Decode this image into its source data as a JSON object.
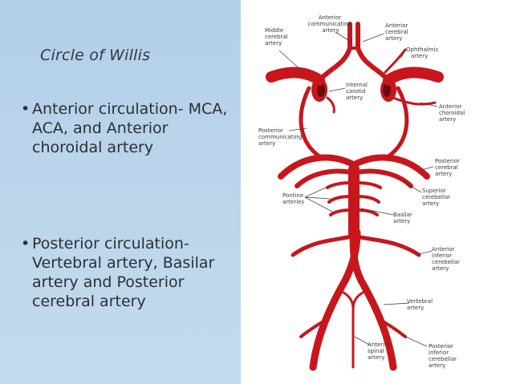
{
  "slide": {
    "title": "Circle of Willis",
    "bullets": [
      {
        "marker": "•",
        "text": "Anterior circulation- MCA, ACA, and Anterior choroidal artery"
      },
      {
        "marker": "•",
        "text": "Posterior circulation- Vertebral artery, Basilar artery and Posterior cerebral artery"
      }
    ]
  },
  "diagram": {
    "labels": {
      "middle_cerebral": [
        "Middle",
        "cerebral",
        "artery"
      ],
      "anterior_communicating": [
        "Anterior",
        "communicating",
        "artery"
      ],
      "anterior_cerebral": [
        "Anterior",
        "cerebral",
        "artery"
      ],
      "ophthalmic": [
        "Ophthalmic",
        "artery"
      ],
      "internal_carotid": [
        "Internal",
        "carotid",
        "artery"
      ],
      "anterior_choroidal": [
        "Anterior",
        "choroidal",
        "artery"
      ],
      "posterior_communicating": [
        "Posterior",
        "communicating",
        "artery"
      ],
      "posterior_cerebral": [
        "Posterior",
        "cerebral",
        "artery"
      ],
      "pontine": [
        "Pontine",
        "arteries"
      ],
      "superior_cerebellar": [
        "Superior",
        "cerebellar",
        "artery"
      ],
      "basilar": [
        "Basilar",
        "artery"
      ],
      "anterior_inferior_cerebellar": [
        "Anterior",
        "inferior",
        "cerebellar",
        "artery"
      ],
      "vertebral": [
        "Vertebral",
        "artery"
      ],
      "anterior_spinal": [
        "Anterior",
        "spinal",
        "artery"
      ],
      "posterior_inferior_cerebellar": [
        "Posterior",
        "inferior",
        "cerebellar",
        "artery"
      ]
    }
  }
}
